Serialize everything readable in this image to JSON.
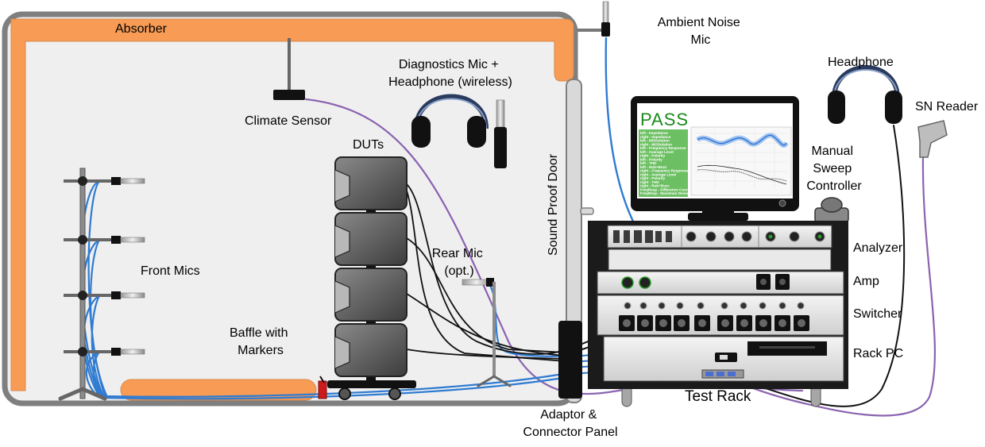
{
  "labels": {
    "absorber": "Absorber",
    "ambient_noise_mic": [
      "Ambient Noise",
      "Mic"
    ],
    "diagnostics_mic": [
      "Diagnostics Mic +",
      "Headphone (wireless)"
    ],
    "headphone": "Headphone",
    "sn_reader": "SN Reader",
    "climate_sensor": "Climate Sensor",
    "duts": "DUTs",
    "manual_sweep_controller": [
      "Manual",
      "Sweep",
      "Controller"
    ],
    "sound_proof_door": "Sound Proof Door",
    "front_mics": "Front Mics",
    "rear_mic": [
      "Rear Mic",
      "(opt.)"
    ],
    "analyzer": "Analyzer",
    "amp": "Amp",
    "switcher": "Switcher",
    "rack_pc": "Rack PC",
    "baffle": [
      "Baffle with",
      "Markers"
    ],
    "test_rack": "Test Rack",
    "adaptor_panel": [
      "Adaptor &",
      "Connector Panel"
    ]
  },
  "monitor": {
    "status": "PASS",
    "status_color": "#1a8a1a",
    "result_lines": [
      "left - Impedance",
      "right - Impedance",
      "left - MODulation",
      "right - MODulation",
      "left - Frequency Response",
      "left - Average Level",
      "right - Polarity",
      "left - Polarity",
      "left - THD",
      "left - Rub+Buzz",
      "right - Frequency Response",
      "right - Average Level",
      "right - Polarity",
      "right - THD",
      "right - Rub+Buzz",
      "FreqResp - Difference Curve",
      "FreqResp - Maximum Deviation"
    ]
  },
  "colors": {
    "absorber": "#f79b55",
    "chamber_floor": "#efefef",
    "chamber_wall": "#7f7f7f",
    "cable_blue": "#2f7bd1",
    "cable_purple": "#8a63b0",
    "cable_black": "#111111",
    "results_panel": "#6cbf62",
    "rack_body": "#1b1b1b",
    "connector_red": "#cc1b1b"
  }
}
